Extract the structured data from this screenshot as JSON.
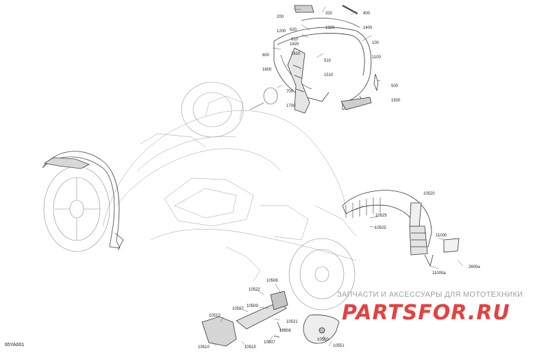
{
  "figure_id": "65YA001",
  "watermark": {
    "tagline": "ЗАПЧАСТИ И АКСЕССУАРЫ ДЛЯ МОТОТЕХНИКИ",
    "logo_text": "PARTSFOR.RU",
    "logo_color": "#e02020"
  },
  "callouts": {
    "c200": [
      "200",
      "1200"
    ],
    "c320": [
      "320",
      "1320"
    ],
    "c400": [
      "400",
      "1400"
    ],
    "c620": [
      "620",
      "1620"
    ],
    "c610": [
      "610",
      "1610"
    ],
    "c100": [
      "100",
      "1100"
    ],
    "c600": [
      "600",
      "1600"
    ],
    "c510": [
      "510",
      "1510"
    ],
    "c500": [
      "500",
      "1500"
    ],
    "c700": [
      "700",
      "1700"
    ],
    "p10520": "10520",
    "p10525a": "10525",
    "p10525b": "10525",
    "p11000": "11000",
    "p11000a": "11000a",
    "p2600a": "2600a",
    "p10506": "10506",
    "p10522": "10522",
    "p10509": "10509",
    "p10507a": "10507",
    "p10510a": "10510",
    "p10521": "10521",
    "p10508": "10508",
    "p10507b": "10507",
    "p10510b": "10510",
    "p10515": "10515",
    "p10550": "10550",
    "p10551": "10551"
  }
}
